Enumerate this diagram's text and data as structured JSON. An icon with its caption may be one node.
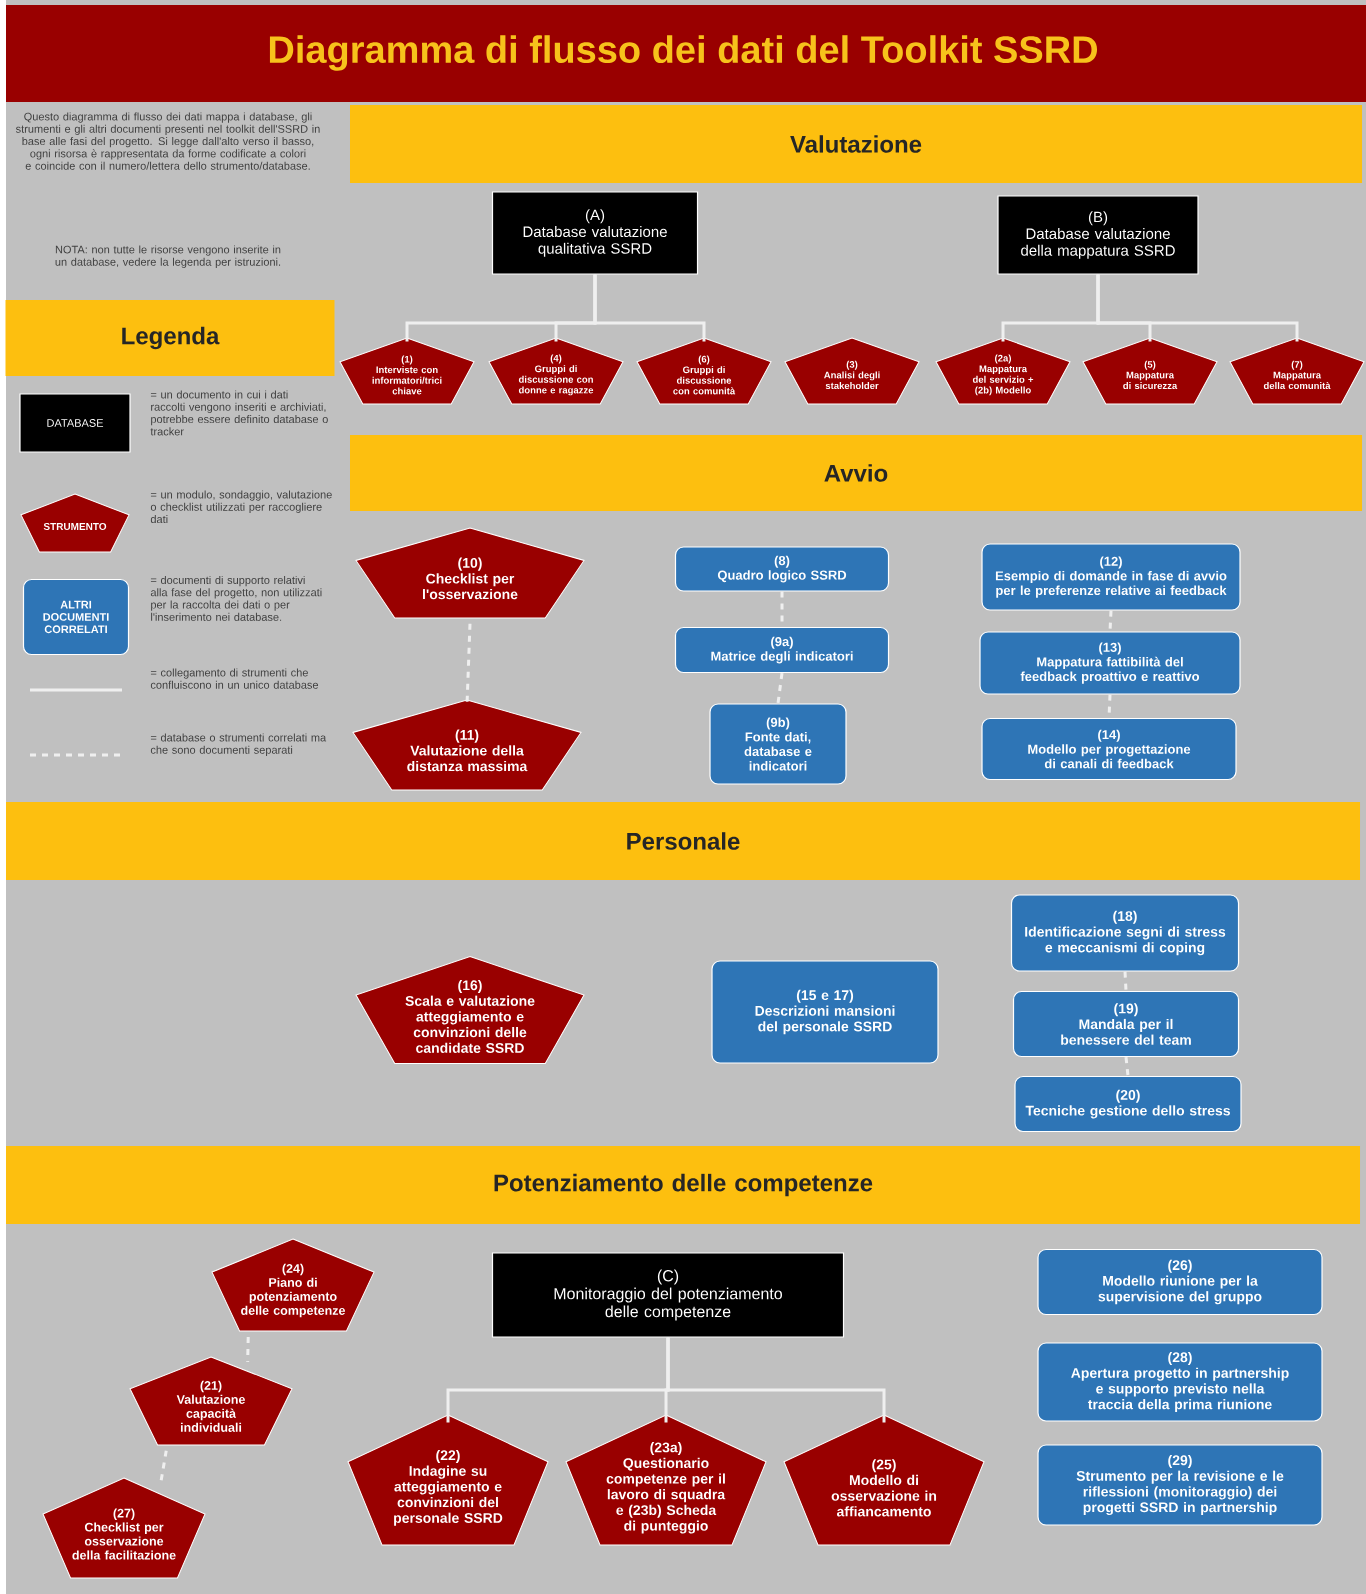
{
  "diagram": {
    "title": "Diagramma di flusso dei dati del Toolkit SSRD",
    "nodes": [
      {
        "text": [
          "Valutazione"
        ]
      },
      {
        "text": [
          "(A)",
          "Database valutazione qualitativa SSRD"
        ]
      },
      {
        "text": [
          "(B)",
          "Database valutazione della mappatura SSRD"
        ]
      },
      {
        "text": [
          "(1)",
          "Interviste con informatori/trici chiave"
        ]
      },
      {
        "text": [
          "(4)",
          "Gruppi di discussione con donne e ragazze"
        ]
      },
      {
        "text": [
          "(6)",
          "Gruppi di discussione con comunità"
        ]
      },
      {
        "text": [
          "(3)",
          "Analisi degli stakeholder"
        ]
      },
      {
        "text": [
          "(2a)",
          "Mappatura del servizio + (2b) Modello"
        ]
      },
      {
        "text": [
          "(5)",
          "Mappatura di sicurezza"
        ]
      },
      {
        "text": [
          "(7)",
          "Mappatura della comunità"
        ]
      },
      {
        "text": [
          "Legenda"
        ]
      },
      {
        "text": [
          "DATABASE"
        ],
        "beside": [
          "= un documento in cui i dati raccolti vengono inseriti e archiviati, potrebbe essere definito database o tracker"
        ]
      },
      {
        "text": [
          "STRUMENTO"
        ],
        "beside": [
          "= un modulo, sondaggio, valutazione o checklist utilizzati per raccogliere dati"
        ]
      },
      {
        "text": [
          "ALTRI DOCUMENTI CORRELATI"
        ],
        "beside": [
          "= documenti di supporto relativi alla fase del progetto, non utilizzati per la raccolta dei dati o per l'inserimento nei database."
        ]
      },
      {
        "text": [
          "Avvio"
        ]
      },
      {
        "text": [
          "(10)",
          "Checklist per l'osservazione"
        ]
      },
      {
        "text": [
          "(11)",
          "Valutazione della distanza massima"
        ]
      },
      {
        "text": [
          "(8)",
          "Quadro logico SSRD"
        ]
      },
      {
        "text": [
          "(9a)",
          "Matrice degli indicatori"
        ]
      },
      {
        "text": [
          "(9b)",
          "Fonte dati, database e indicatori"
        ]
      },
      {
        "text": [
          "(12)",
          "Esempio di domande in fase di avvio per le preferenze relative ai feedback"
        ]
      },
      {
        "text": [
          "(13)",
          "Mappatura fattibilità del feedback proattivo e reattivo"
        ]
      },
      {
        "text": [
          "(14)",
          "Modello per progettazione di canali di feedback"
        ]
      },
      {
        "text": [
          "Personale"
        ]
      },
      {
        "text": [
          "(16)",
          "Scala e valutazione atteggiamento e convinzioni delle candidate SSRD"
        ]
      },
      {
        "text": [
          "(15 e 17)",
          "Descrizioni mansioni del personale SSRD"
        ]
      },
      {
        "text": [
          "(18)",
          "Identificazione segni di stress e meccanismi di coping"
        ]
      },
      {
        "text": [
          "(19)",
          "Mandala per il benessere del team"
        ]
      },
      {
        "text": [
          "(20)",
          "Tecniche gestione dello stress"
        ]
      },
      {
        "text": [
          "Potenziamento delle competenze"
        ]
      },
      {
        "text": [
          "(24)",
          "Piano di potenziamento delle competenze"
        ]
      },
      {
        "text": [
          "(21)",
          "Valutazione capacità individuali"
        ]
      },
      {
        "text": [
          "(27)",
          "Checklist per osservazione della facilitazione"
        ]
      },
      {
        "text": [
          "(C)",
          "Monitoraggio del potenziamento delle competenze"
        ]
      },
      {
        "text": [
          "(22)",
          "Indagine su atteggiamento e convinzioni del personale SSRD"
        ]
      },
      {
        "text": [
          "(23a)",
          "Questionario competenze per il lavoro di squadra e (23b) Scheda di punteggio"
        ]
      },
      {
        "text": [
          "(25)",
          "Modello di osservazione in affiancamento"
        ]
      },
      {
        "text": [
          "(26)",
          "Modello riunione per la supervisione del gruppo"
        ]
      },
      {
        "text": [
          "(28)",
          "Apertura progetto in partnership e supporto previsto nella traccia della prima riunione"
        ]
      },
      {
        "text": [
          "(29)",
          "Strumento per la revisione e le riflessioni (monitoraggio) dei progetti SSRD in partnership"
        ]
      }
    ],
    "edges": [
      {
        "from": 1,
        "to": 3,
        "arrow": "none"
      },
      {
        "from": 1,
        "to": 4,
        "arrow": "none"
      },
      {
        "from": 1,
        "to": 5,
        "arrow": "none"
      },
      {
        "from": 2,
        "to": 7,
        "arrow": "none"
      },
      {
        "from": 2,
        "to": 8,
        "arrow": "none"
      },
      {
        "from": 2,
        "to": 9,
        "arrow": "none"
      },
      {
        "from": 15,
        "to": 16,
        "arrow": "none",
        "style": "dashed"
      },
      {
        "from": 17,
        "to": 18,
        "arrow": "none",
        "style": "dashed"
      },
      {
        "from": 18,
        "to": 19,
        "arrow": "none",
        "style": "dashed"
      },
      {
        "from": 20,
        "to": 21,
        "arrow": "none",
        "style": "dashed"
      },
      {
        "from": 21,
        "to": 22,
        "arrow": "none",
        "style": "dashed"
      },
      {
        "from": 26,
        "to": 27,
        "arrow": "none",
        "style": "dashed"
      },
      {
        "from": 27,
        "to": 28,
        "arrow": "none",
        "style": "dashed"
      },
      {
        "from": 30,
        "to": 31,
        "arrow": "none",
        "style": "dashed"
      },
      {
        "from": 31,
        "to": 32,
        "arrow": "none",
        "style": "dashed"
      },
      {
        "from": 33,
        "to": 34,
        "arrow": "none"
      },
      {
        "from": 33,
        "to": 35,
        "arrow": "none"
      },
      {
        "from": 33,
        "to": 36,
        "arrow": "none"
      }
    ],
    "labels": [
      "Questo diagramma di flusso dei dati mappa i database, gli strumenti e gli altri documenti presenti nel toolkit dell'SSRD in base alle fasi del progetto. Si legge dall'alto verso il basso, ogni risorsa è rappresentata da forme codificate a colori e coincide con il numero/lettera dello strumento/database.",
      "NOTA: non tutte le risorse vengono inserite in un database, vedere la legenda per istruzioni."
    ],
    "legend": [
      {
        "text": "= collegamento di strumenti che confluiscono in un unico database"
      },
      {
        "text": "= database o strumenti correlati ma che sono documenti separati"
      }
    ]
  }
}
